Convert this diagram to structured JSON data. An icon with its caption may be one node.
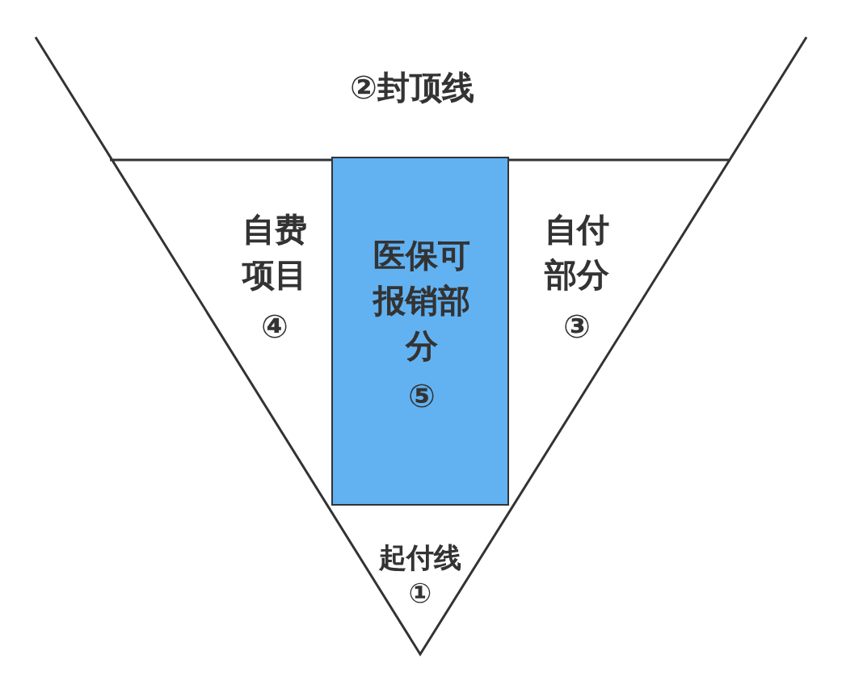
{
  "diagram": {
    "nodes": [
      {
        "text": [
          "医保可报销部分",
          "⑤"
        ]
      }
    ],
    "labels": [
      "②封顶线",
      "自费项目",
      "④",
      "自付部分",
      "③",
      "起付线",
      "①"
    ]
  }
}
